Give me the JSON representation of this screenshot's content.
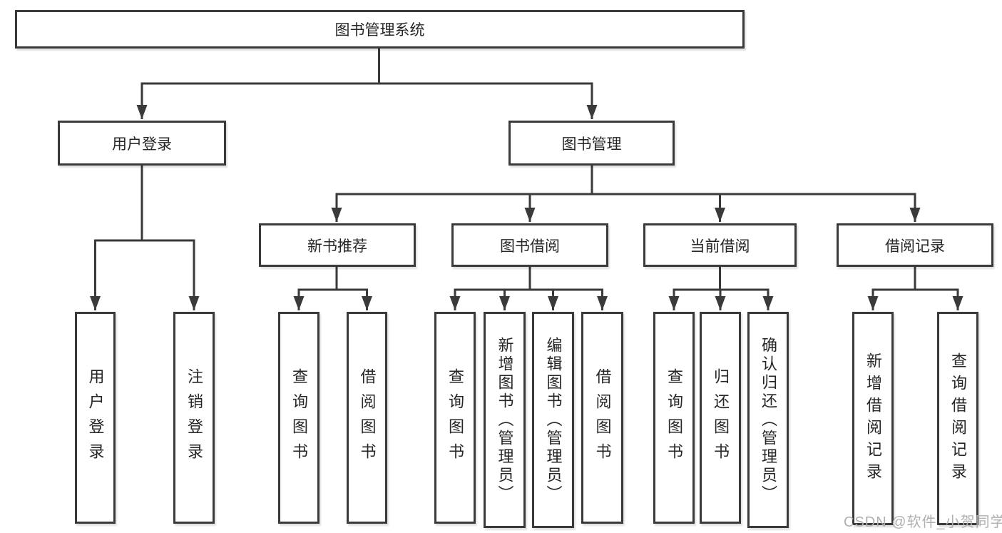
{
  "diagram": {
    "root": {
      "label": "图书管理系统"
    },
    "branches": [
      {
        "label": "用户登录",
        "leaves": [
          "用户登录",
          "注销登录"
        ]
      },
      {
        "label": "图书管理",
        "sections": [
          {
            "label": "新书推荐",
            "leaves": [
              "查询图书",
              "借阅图书"
            ]
          },
          {
            "label": "图书借阅",
            "leaves": [
              "查询图书",
              "新增图书（管理员）",
              "编辑图书（管理员）",
              "借阅图书"
            ]
          },
          {
            "label": "当前借阅",
            "leaves": [
              "查询图书",
              "归还图书",
              "确认归还（管理员）"
            ]
          },
          {
            "label": "借阅记录",
            "leaves": [
              "新增借阅记录",
              "查询借阅记录"
            ]
          }
        ]
      }
    ]
  },
  "watermark": {
    "text": "CSDN @软件_小贺同学"
  },
  "colors": {
    "line": "#3a3a3a",
    "text": "#262626",
    "box_bg": "#ffffff",
    "watermark": "#b0b0b0"
  }
}
